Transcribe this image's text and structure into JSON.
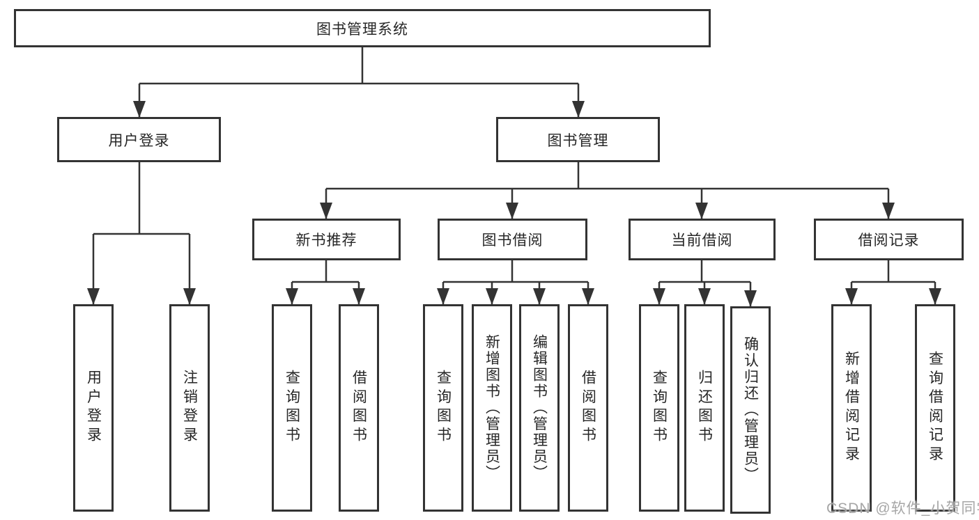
{
  "diagram": {
    "root": {
      "label": "图书管理系统"
    },
    "level2": [
      {
        "label": "用户登录"
      },
      {
        "label": "图书管理"
      }
    ],
    "level3": [
      {
        "label": "新书推荐"
      },
      {
        "label": "图书借阅"
      },
      {
        "label": "当前借阅"
      },
      {
        "label": "借阅记录"
      }
    ],
    "leaves": [
      {
        "label": "用户登录"
      },
      {
        "label": "注销登录"
      },
      {
        "label": "查询图书"
      },
      {
        "label": "借阅图书"
      },
      {
        "label": "查询图书"
      },
      {
        "label": "新增图书（管理员）"
      },
      {
        "label": "编辑图书（管理员）"
      },
      {
        "label": "借阅图书"
      },
      {
        "label": "查询图书"
      },
      {
        "label": "归还图书"
      },
      {
        "label": "确认归还（管理员）"
      },
      {
        "label": "新增借阅记录"
      },
      {
        "label": "查询借阅记录"
      }
    ]
  },
  "watermark": "CSDN @软件_小贺同学",
  "colors": {
    "line": "#333333",
    "text": "#262626",
    "watermark": "#a6a6a6"
  }
}
